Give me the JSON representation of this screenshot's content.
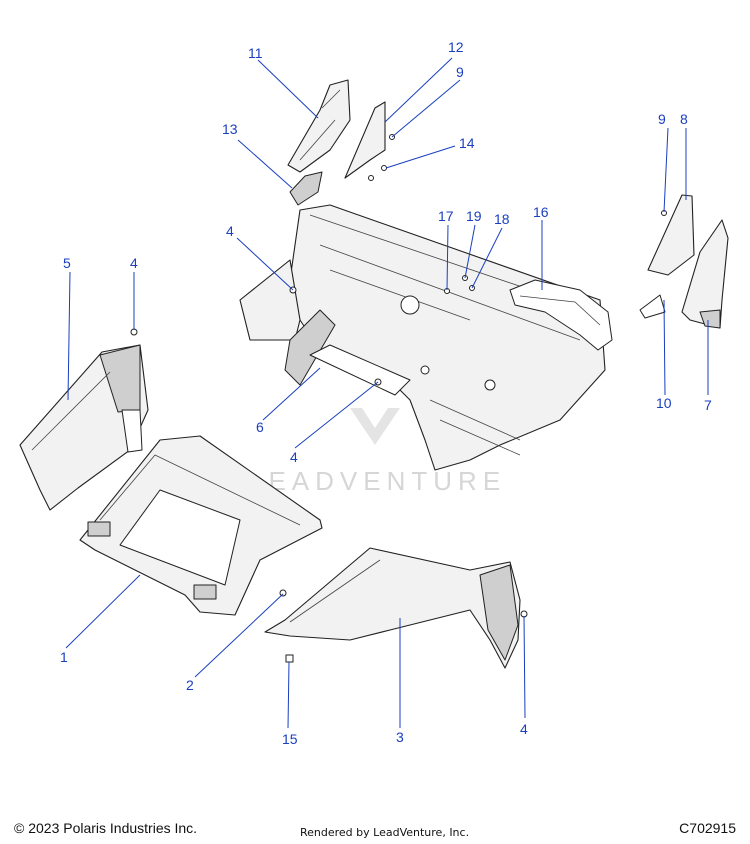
{
  "watermark": "LEADVENTURE",
  "footer": {
    "copyright": "© 2023 Polaris Industries Inc.",
    "rendered_by": "Rendered by LeadVenture, Inc.",
    "diagram_id": "C702915"
  },
  "callouts": {
    "c1": "1",
    "c2": "2",
    "c3": "3",
    "c4a": "4",
    "c4b": "4",
    "c4c": "4",
    "c4d": "4",
    "c5": "5",
    "c6": "6",
    "c7": "7",
    "c8": "8",
    "c9a": "9",
    "c9b": "9",
    "c10": "10",
    "c11": "11",
    "c12": "12",
    "c13": "13",
    "c14": "14",
    "c15": "15",
    "c16": "16",
    "c17": "17",
    "c18": "18",
    "c19": "19"
  }
}
